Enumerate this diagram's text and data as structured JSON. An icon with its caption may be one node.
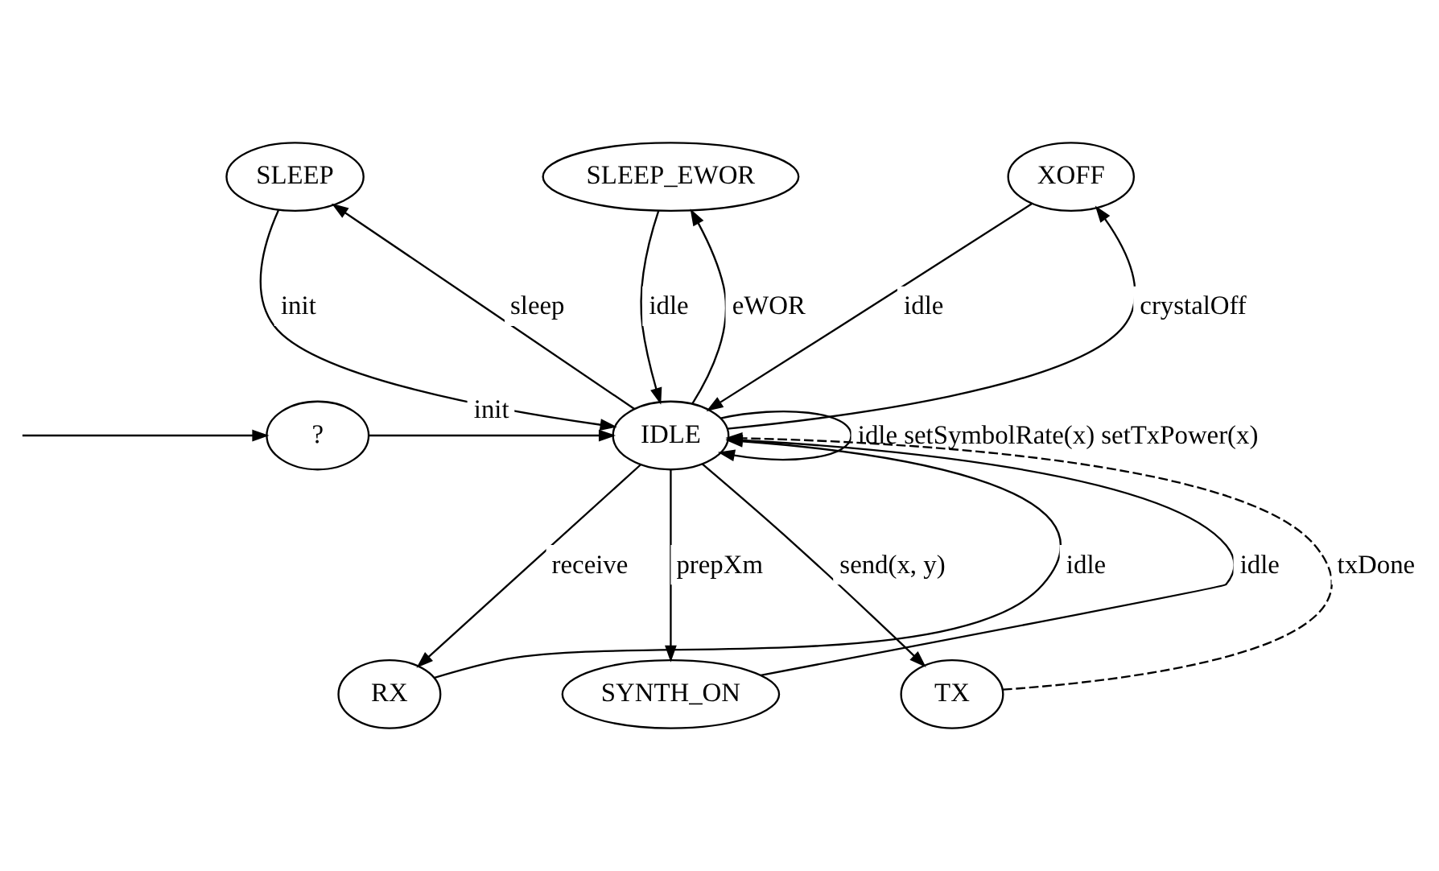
{
  "diagram": {
    "nodes": [
      {
        "text": [
          "SLEEP"
        ]
      },
      {
        "text": [
          "SLEEP_EWOR"
        ]
      },
      {
        "text": [
          "XOFF"
        ]
      },
      {
        "text": [
          "?"
        ]
      },
      {
        "text": [
          "IDLE"
        ]
      },
      {
        "text": [
          "RX"
        ]
      },
      {
        "text": [
          "SYNTH_ON"
        ]
      },
      {
        "text": [
          "TX"
        ]
      }
    ],
    "edges": [
      {
        "from": 0,
        "to": 4,
        "arrow": "to",
        "label": "init"
      },
      {
        "from": 4,
        "to": 0,
        "arrow": "to",
        "label": "sleep"
      },
      {
        "from": 4,
        "to": 1,
        "arrow": "to",
        "label": "eWOR"
      },
      {
        "from": 1,
        "to": 4,
        "arrow": "to",
        "label": "idle"
      },
      {
        "from": 4,
        "to": 2,
        "arrow": "to",
        "label": "crystalOff"
      },
      {
        "from": 2,
        "to": 4,
        "arrow": "to",
        "label": "idle"
      },
      {
        "from": null,
        "to": 3,
        "arrow": "to"
      },
      {
        "from": 3,
        "to": 4,
        "arrow": "to",
        "label": "init"
      },
      {
        "from": 4,
        "to": 4,
        "arrow": "to",
        "label": "idle setSymbolRate(x) setTxPower(x)"
      },
      {
        "from": 5,
        "to": 4,
        "arrow": "to",
        "label": "idle"
      },
      {
        "from": 4,
        "to": 5,
        "arrow": "to",
        "label": "receive"
      },
      {
        "from": 6,
        "to": 4,
        "arrow": "to",
        "label": "idle"
      },
      {
        "from": 4,
        "to": 6,
        "arrow": "to",
        "label": "prepXm"
      },
      {
        "from": 4,
        "to": 7,
        "arrow": "to",
        "label": "send(x, y)"
      },
      {
        "from": 7,
        "to": 4,
        "arrow": "to",
        "label": "txDone",
        "style": "dashed"
      }
    ]
  }
}
